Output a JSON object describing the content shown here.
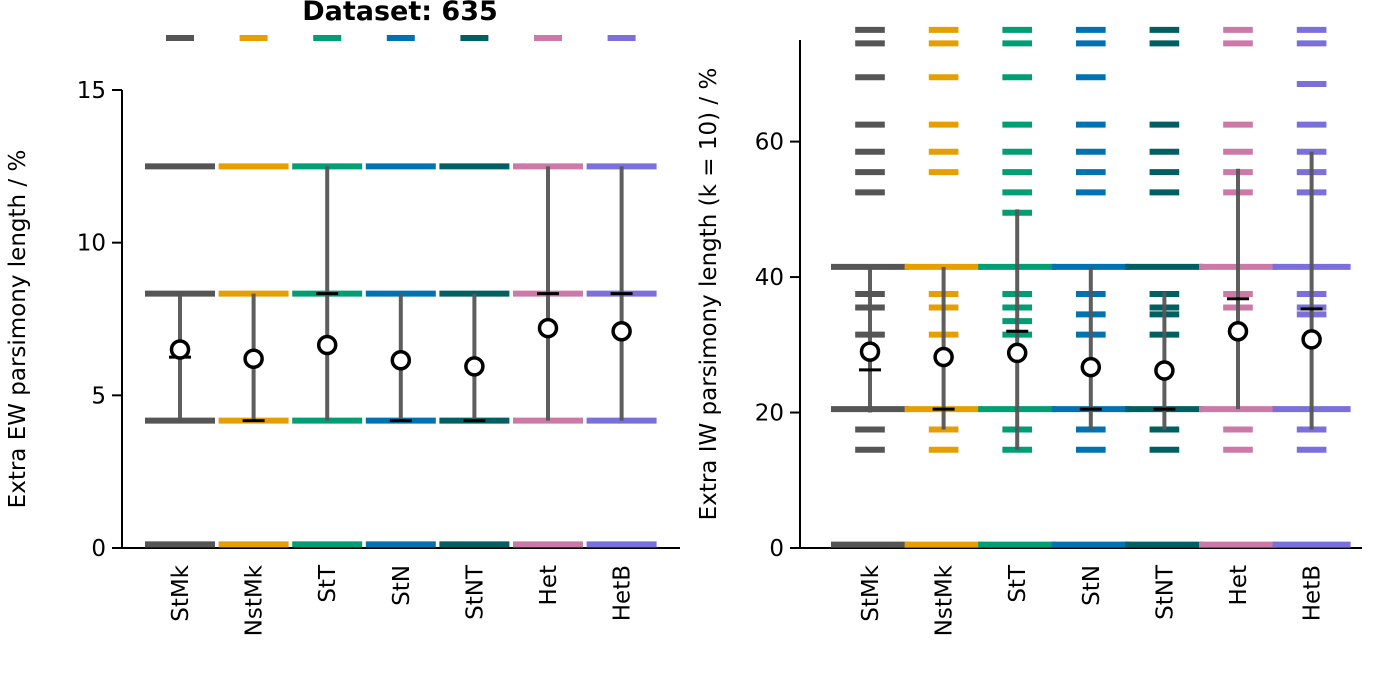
{
  "figure_title": "Dataset: 635",
  "colors": {
    "StMk": "#555555",
    "NstMk": "#E69F00",
    "StT": "#009E73",
    "StN": "#0072B2",
    "StNT": "#005F60",
    "Het": "#CC79A7",
    "HetB": "#7B6FDB"
  },
  "chart_data": [
    {
      "type": "scatter",
      "ylabel": "Extra EW parsimony length / %",
      "ylim": [
        0,
        15
      ],
      "yticks": [
        0,
        5,
        10,
        15
      ],
      "categories": [
        "StMk",
        "NstMk",
        "StT",
        "StN",
        "StNT",
        "Het",
        "HetB"
      ],
      "legend_markers": [
        "StMk",
        "NstMk",
        "StT",
        "StN",
        "StNT",
        "Het",
        "HetB"
      ],
      "series": [
        {
          "category": "StMk",
          "mean": 6.5,
          "median": 6.25,
          "range": [
            4.17,
            8.33
          ],
          "value_levels": [
            0.12,
            4.17,
            8.33,
            12.5
          ]
        },
        {
          "category": "NstMk",
          "mean": 6.2,
          "median": 4.17,
          "range": [
            4.17,
            8.33
          ],
          "value_levels": [
            0.12,
            4.17,
            8.33,
            12.5
          ]
        },
        {
          "category": "StT",
          "mean": 6.65,
          "median": 8.33,
          "range": [
            4.17,
            12.5
          ],
          "value_levels": [
            0.12,
            4.17,
            8.33,
            12.5
          ]
        },
        {
          "category": "StN",
          "mean": 6.15,
          "median": 4.17,
          "range": [
            4.17,
            8.33
          ],
          "value_levels": [
            0.12,
            4.17,
            8.33,
            12.5
          ]
        },
        {
          "category": "StNT",
          "mean": 5.95,
          "median": 4.17,
          "range": [
            4.17,
            8.33
          ],
          "value_levels": [
            0.12,
            4.17,
            8.33,
            12.5
          ]
        },
        {
          "category": "Het",
          "mean": 7.2,
          "median": 8.33,
          "range": [
            4.17,
            12.5
          ],
          "value_levels": [
            0.12,
            4.17,
            8.33,
            12.5
          ]
        },
        {
          "category": "HetB",
          "mean": 7.1,
          "median": 8.33,
          "range": [
            4.17,
            12.5
          ],
          "value_levels": [
            0.12,
            4.17,
            8.33,
            12.5
          ]
        }
      ]
    },
    {
      "type": "scatter",
      "ylabel": "Extra IW parsimony length (k = 10) / %",
      "ylim": [
        0,
        75
      ],
      "yticks": [
        0,
        20,
        40,
        60
      ],
      "categories": [
        "StMk",
        "NstMk",
        "StT",
        "StN",
        "StNT",
        "Het",
        "HetB"
      ],
      "series": [
        {
          "category": "StMk",
          "mean": 29,
          "median": 26.3,
          "range": [
            20,
            41.5
          ],
          "value_levels": [
            0.5,
            14.5,
            17.5,
            20.5,
            31.5,
            35.5,
            37.5,
            41.5,
            52.5,
            55.5,
            58.5,
            62.5,
            69.5,
            74.5,
            76.5
          ]
        },
        {
          "category": "NstMk",
          "mean": 28.2,
          "median": 20.5,
          "range": [
            17.5,
            41.5
          ],
          "value_levels": [
            0.5,
            14.5,
            17.5,
            20.5,
            31.5,
            35.5,
            37.5,
            41.5,
            55.5,
            58.5,
            62.5,
            69.5,
            74.5,
            76.5
          ]
        },
        {
          "category": "StT",
          "mean": 28.8,
          "median": 32,
          "range": [
            14.5,
            50
          ],
          "value_levels": [
            0.5,
            14.5,
            17.5,
            20.5,
            31.5,
            33.5,
            35.5,
            37.5,
            41.5,
            49.5,
            52.5,
            55.5,
            58.5,
            62.5,
            69.5,
            74.5,
            76.5
          ]
        },
        {
          "category": "StN",
          "mean": 26.7,
          "median": 20.5,
          "range": [
            17.5,
            41.5
          ],
          "value_levels": [
            0.5,
            14.5,
            17.5,
            20.5,
            31.5,
            34.5,
            37.5,
            41.5,
            52.5,
            55.5,
            58.5,
            62.5,
            69.5,
            74.5,
            76.5
          ]
        },
        {
          "category": "StNT",
          "mean": 26.2,
          "median": 20.5,
          "range": [
            17.5,
            37.8
          ],
          "value_levels": [
            0.5,
            14.5,
            17.5,
            20.5,
            31.5,
            34.5,
            35.5,
            37.5,
            41.5,
            52.5,
            55.5,
            58.5,
            62.5,
            74.5,
            76.5
          ]
        },
        {
          "category": "Het",
          "mean": 32,
          "median": 36.8,
          "range": [
            20.5,
            56
          ],
          "value_levels": [
            0.5,
            14.5,
            17.5,
            20.5,
            35.5,
            37.5,
            41.5,
            52.5,
            55.5,
            58.5,
            62.5,
            74.5,
            76.5
          ]
        },
        {
          "category": "HetB",
          "mean": 30.8,
          "median": 35.3,
          "range": [
            17.5,
            58.5
          ],
          "value_levels": [
            0.5,
            14.5,
            17.5,
            20.5,
            34.5,
            35.5,
            37.5,
            41.5,
            52.5,
            55.5,
            58.5,
            62.5,
            68.5,
            74.5,
            76.5
          ]
        }
      ]
    }
  ]
}
